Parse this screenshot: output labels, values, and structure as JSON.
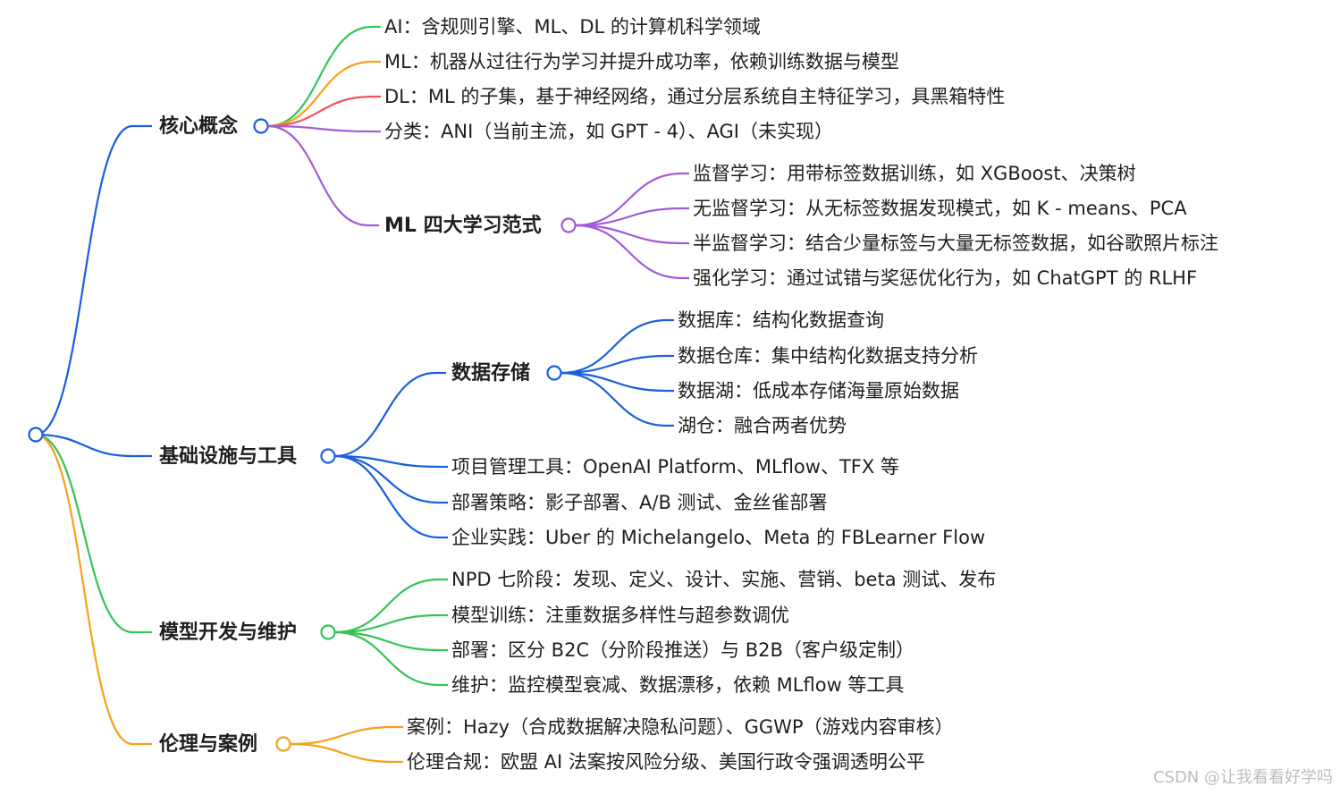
{
  "mindmap": {
    "colors": {
      "blue": "#1a5fe0",
      "green": "#35c456",
      "orange": "#f5a11a",
      "red": "#f0575a",
      "purple": "#a25ad9"
    },
    "branches": [
      {
        "title": "核心概念",
        "color": "blue",
        "children": [
          {
            "text": "AI：含规则引擎、ML、DL 的计算机科学领域",
            "color": "green"
          },
          {
            "text": "ML：机器从过往行为学习并提升成功率，依赖训练数据与模型",
            "color": "orange"
          },
          {
            "text": "DL：ML 的子集，基于神经网络，通过分层系统自主特征学习，具黑箱特性",
            "color": "red"
          },
          {
            "text": "分类：ANI（当前主流，如 GPT - 4）、AGI（未实现）",
            "color": "purple"
          },
          {
            "title": "ML 四大学习范式",
            "color": "purple",
            "children": [
              {
                "text": "监督学习：用带标签数据训练，如 XGBoost、决策树"
              },
              {
                "text": "无监督学习：从无标签数据发现模式，如 K - means、PCA"
              },
              {
                "text": "半监督学习：结合少量标签与大量无标签数据，如谷歌照片标注"
              },
              {
                "text": "强化学习：通过试错与奖惩优化行为，如 ChatGPT 的 RLHF"
              }
            ]
          }
        ]
      },
      {
        "title": "基础设施与工具",
        "color": "blue",
        "children": [
          {
            "title": "数据存储",
            "color": "blue",
            "children": [
              {
                "text": "数据库：结构化数据查询"
              },
              {
                "text": "数据仓库：集中结构化数据支持分析"
              },
              {
                "text": "数据湖：低成本存储海量原始数据"
              },
              {
                "text": "湖仓：融合两者优势"
              }
            ]
          },
          {
            "text": "项目管理工具：OpenAI Platform、MLflow、TFX 等",
            "color": "blue"
          },
          {
            "text": "部署策略：影子部署、A/B 测试、金丝雀部署",
            "color": "blue"
          },
          {
            "text": "企业实践：Uber 的 Michelangelo、Meta 的 FBLearner Flow",
            "color": "blue"
          }
        ]
      },
      {
        "title": "模型开发与维护",
        "color": "green",
        "children": [
          {
            "text": "NPD 七阶段：发现、定义、设计、实施、营销、beta 测试、发布",
            "color": "green"
          },
          {
            "text": "模型训练：注重数据多样性与超参数调优",
            "color": "green"
          },
          {
            "text": "部署：区分 B2C（分阶段推送）与 B2B（客户级定制）",
            "color": "green"
          },
          {
            "text": "维护：监控模型衰减、数据漂移，依赖 MLflow 等工具",
            "color": "green"
          }
        ]
      },
      {
        "title": "伦理与案例",
        "color": "orange",
        "children": [
          {
            "text": "案例：Hazy（合成数据解决隐私问题）、GGWP（游戏内容审核）",
            "color": "orange"
          },
          {
            "text": "伦理合规：欧盟 AI 法案按风险分级、美国行政令强调透明公平",
            "color": "orange"
          }
        ]
      }
    ]
  },
  "watermark": "CSDN @让我看看好学吗"
}
